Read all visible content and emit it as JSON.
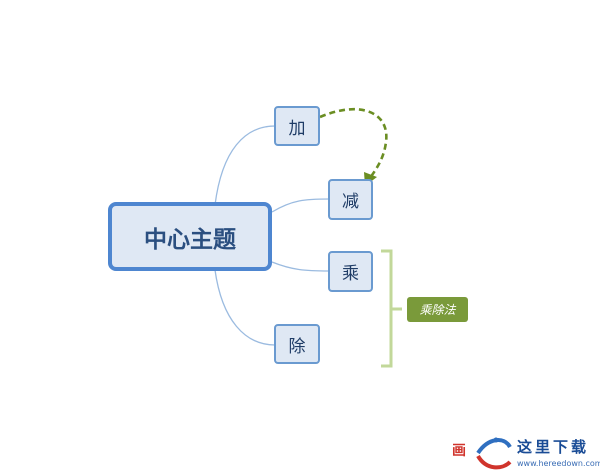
{
  "mindmap": {
    "central": "中心主题",
    "topics": {
      "add": "加",
      "subtract": "减",
      "multiply": "乘",
      "divide": "除"
    },
    "summary_label": "乘除法"
  },
  "watermark": {
    "mark": "画",
    "title": "这里下载",
    "url": "www.hereedown.com"
  },
  "colors": {
    "node_fill": "#dfe8f4",
    "node_border": "#6a9ad0",
    "central_border": "#4e86d0",
    "connector": "#9bbbe0",
    "relationship_arrow": "#6b8e23",
    "summary_bracket": "#c2d89a",
    "summary_fill": "#7a9a3a"
  }
}
